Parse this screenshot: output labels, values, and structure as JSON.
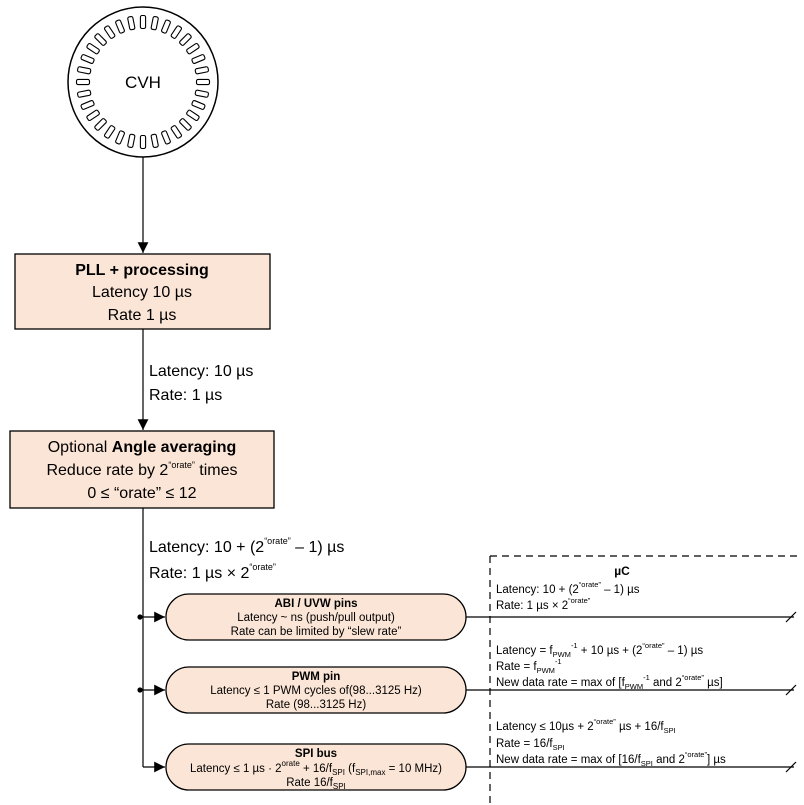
{
  "sensor": {
    "label": "CVH"
  },
  "pll": {
    "title": "PLL + processing",
    "latency": "Latency 10 µs",
    "rate": "Rate 1 µs"
  },
  "link1": {
    "latency": "Latency: 10 µs",
    "rate": "Rate: 1 µs"
  },
  "averaging": {
    "prefix": "Optional ",
    "title": "Angle averaging",
    "reduce_text": "Reduce rate by 2",
    "reduce_sup": "“orate”",
    "reduce_suffix": " times",
    "range": "0 ≤ “orate” ≤ 12"
  },
  "link2": {
    "latency_a": "Latency: 10 + (2",
    "latency_sup": "“orate”",
    "latency_b": " – 1) µs",
    "rate_a": "Rate: 1 µs × 2",
    "rate_sup": "“orate”"
  },
  "outputs": [
    {
      "title": "ABI / UVW pins",
      "line1": "Latency ~ ns (push/pull output)",
      "line2": "Rate can be limited by “slew rate”"
    },
    {
      "title": "PWM pin",
      "line1": "Latency ≤ 1 PWM cycles of(98...3125 Hz)",
      "line2": "Rate (98...3125 Hz)"
    },
    {
      "title": "SPI bus",
      "line1_a": "Latency ≤ 1 µs · 2",
      "line1_sup": "orate",
      "line1_b": " + 16/f",
      "line1_sub": "SPI",
      "line1_c": " (f",
      "line1_sub2": "SPI,max",
      "line1_d": " = 10 MHz)",
      "line2_a": "Rate 16/f",
      "line2_sub": "SPI"
    }
  ],
  "uc": {
    "title": "µC",
    "abi": {
      "latency_a": "Latency: 10 + (2",
      "latency_sup": "“orate”",
      "latency_b": " – 1) µs",
      "rate_a": "Rate: 1 µs × 2",
      "rate_sup": "“orate”"
    },
    "pwm": {
      "l1_a": "Latency = f",
      "l1_sub": "PWM",
      "l1_sup": "-1",
      "l1_b": " + 10 µs + (2",
      "l1_sup2": "“orate”",
      "l1_c": " – 1) µs",
      "l2_a": "Rate = f",
      "l2_sub": "PWM",
      "l2_sup": "-1",
      "l3_a": "New data rate = max of [f",
      "l3_sub": "PWM",
      "l3_sup": "-1",
      "l3_b": " and 2",
      "l3_sup2": "“orate”",
      "l3_c": " µs]"
    },
    "spi": {
      "l1_a": "Latency ≤ 10µs + 2",
      "l1_sup": "“orate”",
      "l1_b": " µs + 16/f",
      "l1_sub": "SPI",
      "l2_a": "Rate = 16/f",
      "l2_sub": "SPI",
      "l3_a": "New data rate = max of [16/f",
      "l3_sub": "SPI",
      "l3_b": " and 2",
      "l3_sup": "“orate”",
      "l3_c": "] µs"
    }
  }
}
